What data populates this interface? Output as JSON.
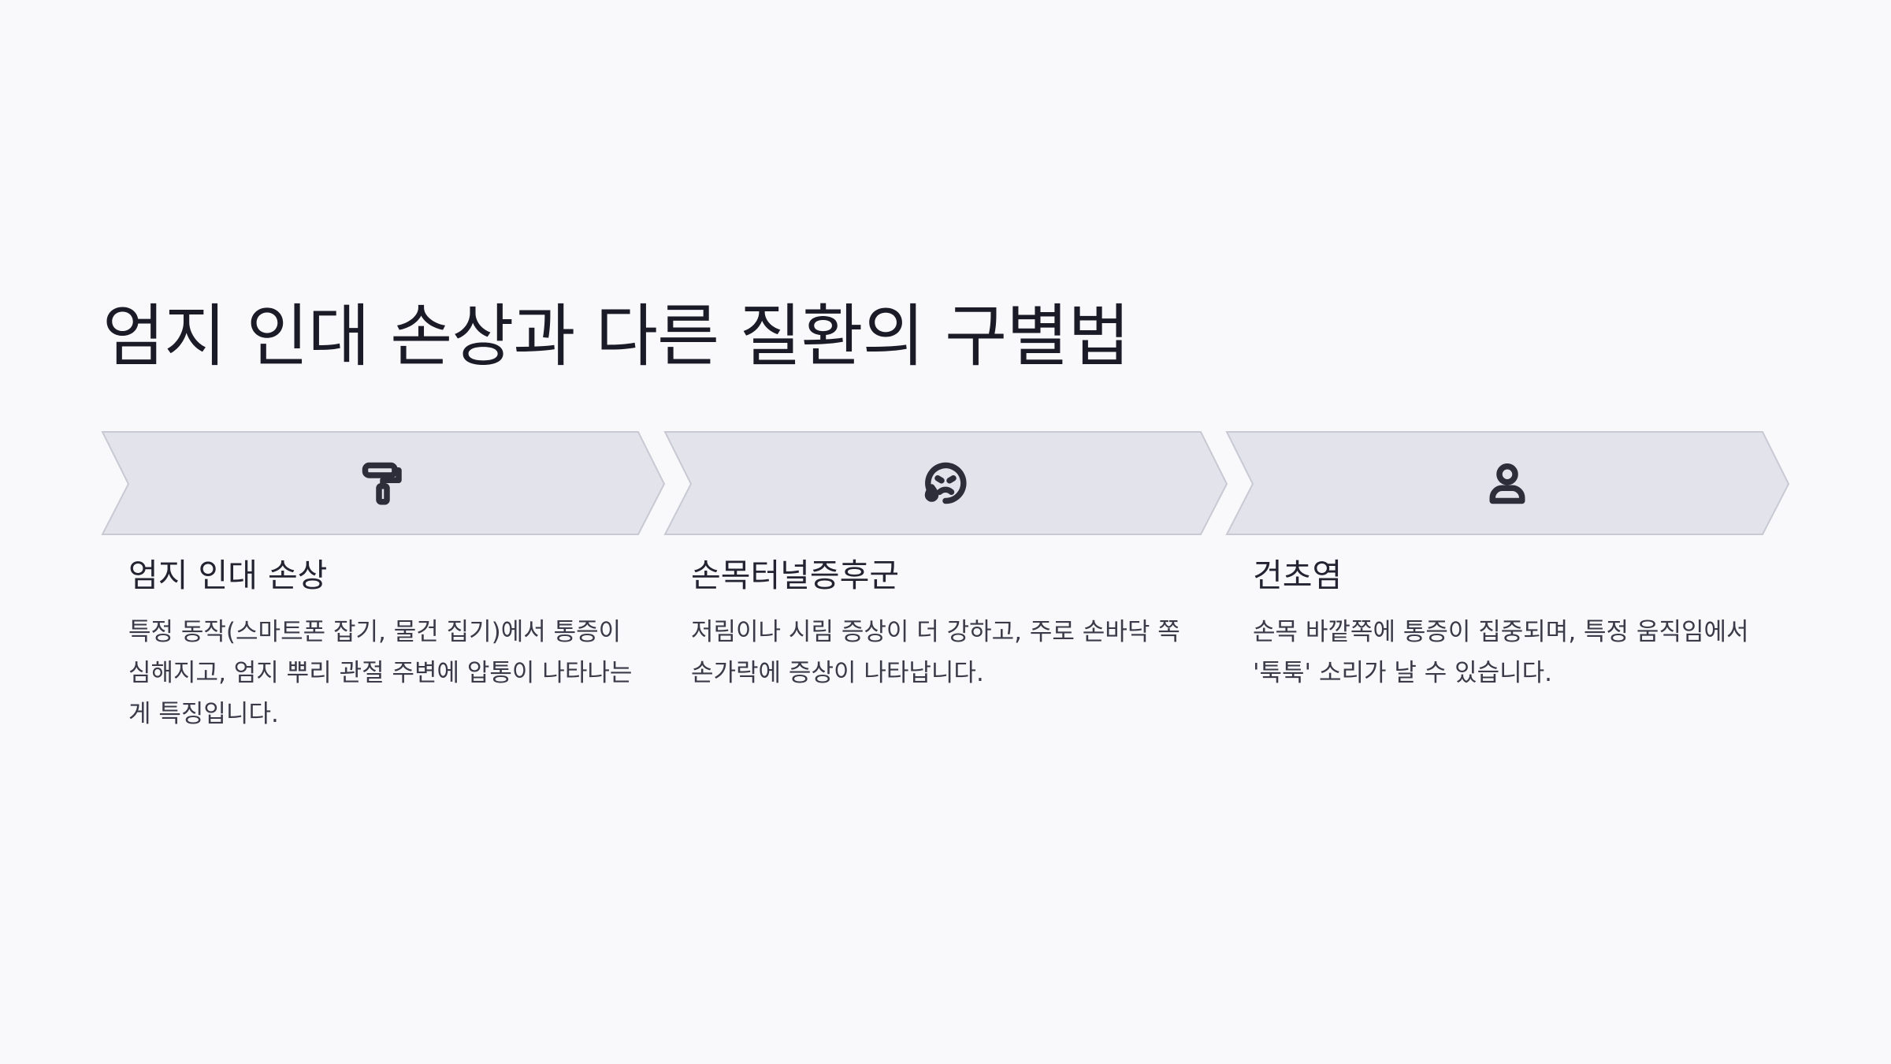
{
  "title": "엄지 인대 손상과 다른 질환의 구별법",
  "steps": [
    {
      "icon": "paint-roller-icon",
      "title": "엄지 인대 손상",
      "text": "특정 동작(스마트폰 잡기, 물건 집기)에서 통증이 심해지고, 엄지 뿌리 관절 주변에 압통이 나타나는 게 특징입니다."
    },
    {
      "icon": "crying-face-icon",
      "title": "손목터널증후군",
      "text": "저림이나 시림 증상이 더 강하고, 주로 손바닥 쪽 손가락에 증상이 나타납니다."
    },
    {
      "icon": "user-icon",
      "title": "건초염",
      "text": "손목 바깥쪽에 통증이 집중되며, 특정 움직임에서 '툭툭' 소리가 날 수 있습니다."
    }
  ],
  "colors": {
    "background": "#f9f9fc",
    "chevron_fill": "#e3e3eb",
    "chevron_stroke": "#c9c9d4",
    "text": "#1f1f2b"
  }
}
